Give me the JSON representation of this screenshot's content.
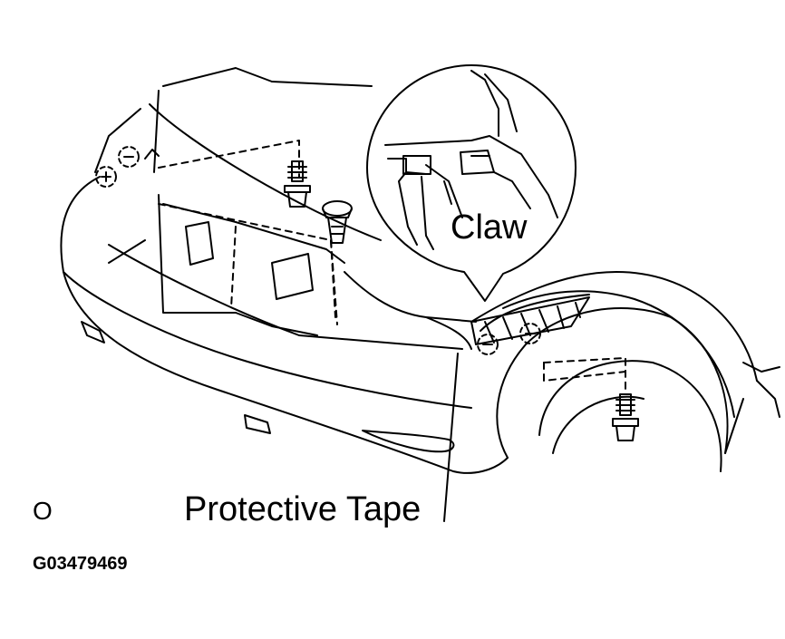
{
  "labels": {
    "claw": "Claw",
    "protective_tape": "Protective Tape",
    "ref_letter": "O",
    "figure_code": "G03479469"
  },
  "colors": {
    "ink": "#000000",
    "paper": "#ffffff"
  }
}
